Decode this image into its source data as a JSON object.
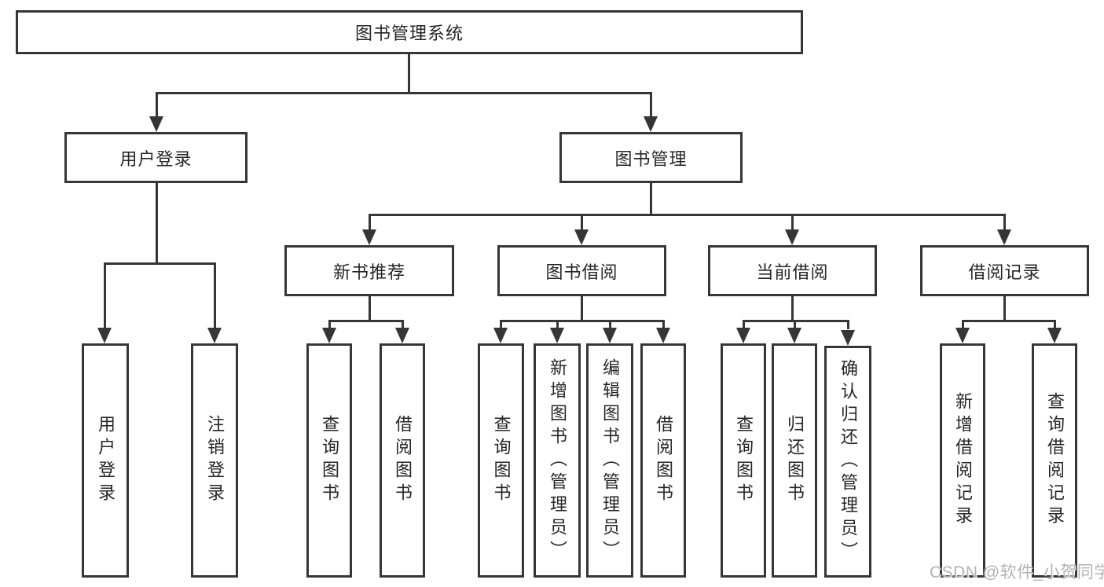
{
  "diagram": {
    "root": {
      "label": "图书管理系统",
      "children": [
        {
          "label": "用户登录",
          "children": [
            {
              "label": "用户登录"
            },
            {
              "label": "注销登录"
            }
          ]
        },
        {
          "label": "图书管理",
          "children": [
            {
              "label": "新书推荐",
              "children": [
                {
                  "label": "查询图书"
                },
                {
                  "label": "借阅图书"
                }
              ]
            },
            {
              "label": "图书借阅",
              "children": [
                {
                  "label": "查询图书"
                },
                {
                  "label": "新增图书（管理员）"
                },
                {
                  "label": "编辑图书（管理员）"
                },
                {
                  "label": "借阅图书"
                }
              ]
            },
            {
              "label": "当前借阅",
              "children": [
                {
                  "label": "查询图书"
                },
                {
                  "label": "归还图书"
                },
                {
                  "label": "确认归还（管理员）"
                }
              ]
            },
            {
              "label": "借阅记录",
              "children": [
                {
                  "label": "新增借阅记录"
                },
                {
                  "label": "查询借阅记录"
                }
              ]
            }
          ]
        }
      ]
    }
  },
  "watermark": {
    "text": "CSDN @软件_小贺同学"
  },
  "colors": {
    "line": "#363636",
    "text": "#262626",
    "background": "#ffffff",
    "watermark": "#b3b3b3"
  }
}
